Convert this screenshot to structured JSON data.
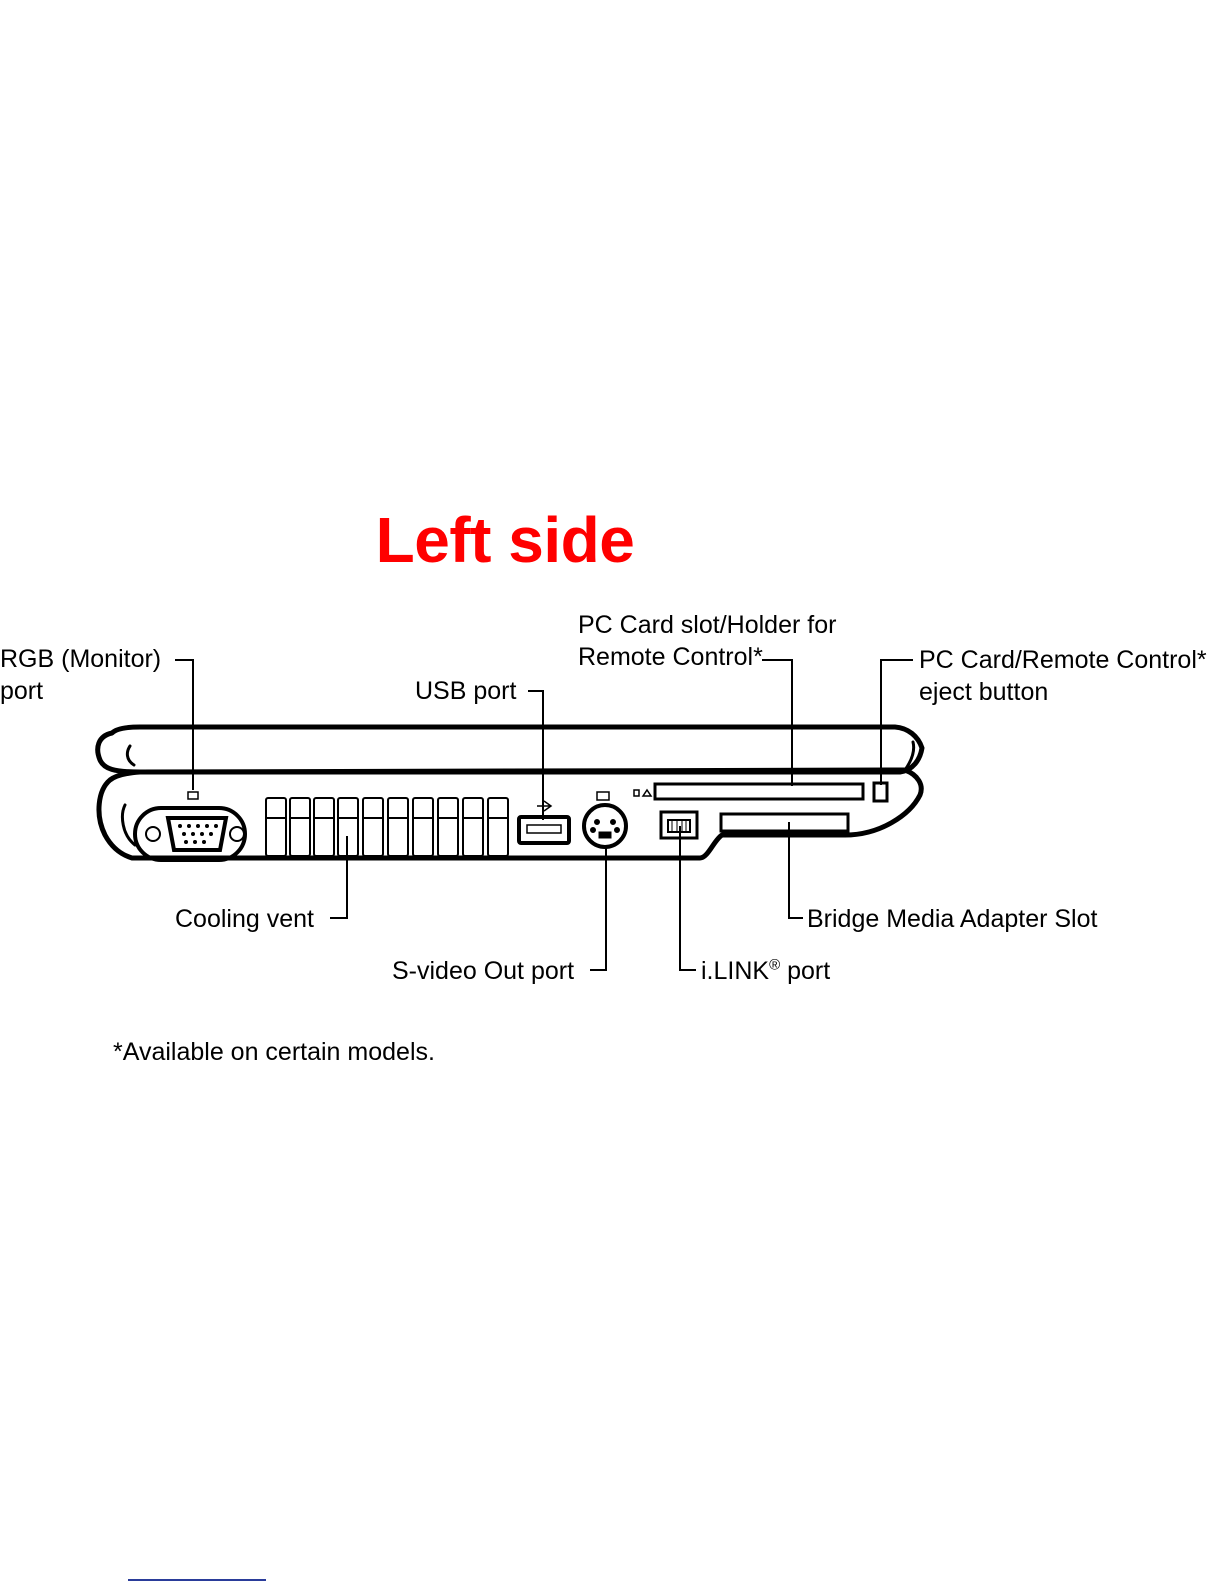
{
  "title": "Left side",
  "labels": {
    "rgb_port": [
      "RGB (Monitor)",
      "port"
    ],
    "usb_port": "USB port",
    "pc_card_slot": [
      "PC Card slot/Holder for",
      "Remote Control*"
    ],
    "eject_button": [
      "PC Card/Remote Control*",
      "eject button"
    ],
    "cooling_vent": "Cooling vent",
    "svideo_port": "S-video Out port",
    "ilink_port_text": "i.LINK",
    "ilink_port_sup": "®",
    "ilink_port_suffix": " port",
    "bridge_media_slot": "Bridge Media Adapter Slot"
  },
  "footnote": "*Available on certain models.",
  "colors": {
    "title": "#ff0000",
    "line": "#000000"
  }
}
